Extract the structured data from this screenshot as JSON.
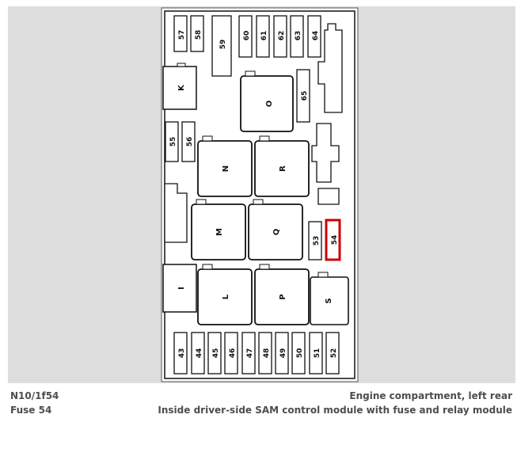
{
  "caption": {
    "component_id": "N10/1f54",
    "component_name": "Fuse 54",
    "location": "Engine compartment, left rear",
    "description": "Inside driver-side SAM control module with fuse and relay module"
  },
  "highlight_color": "#cc0000",
  "highlighted_fuse": "54",
  "fuses_top_row": [
    "57",
    "58",
    "59",
    "60",
    "61",
    "62",
    "63",
    "64"
  ],
  "fuses_misc": [
    "65",
    "55",
    "56",
    "53",
    "54"
  ],
  "fuses_bottom_row": [
    "43",
    "44",
    "45",
    "46",
    "47",
    "48",
    "49",
    "50",
    "51",
    "52"
  ],
  "relays": [
    "K",
    "O",
    "N",
    "R",
    "M",
    "Q",
    "I",
    "L",
    "P",
    "S"
  ]
}
